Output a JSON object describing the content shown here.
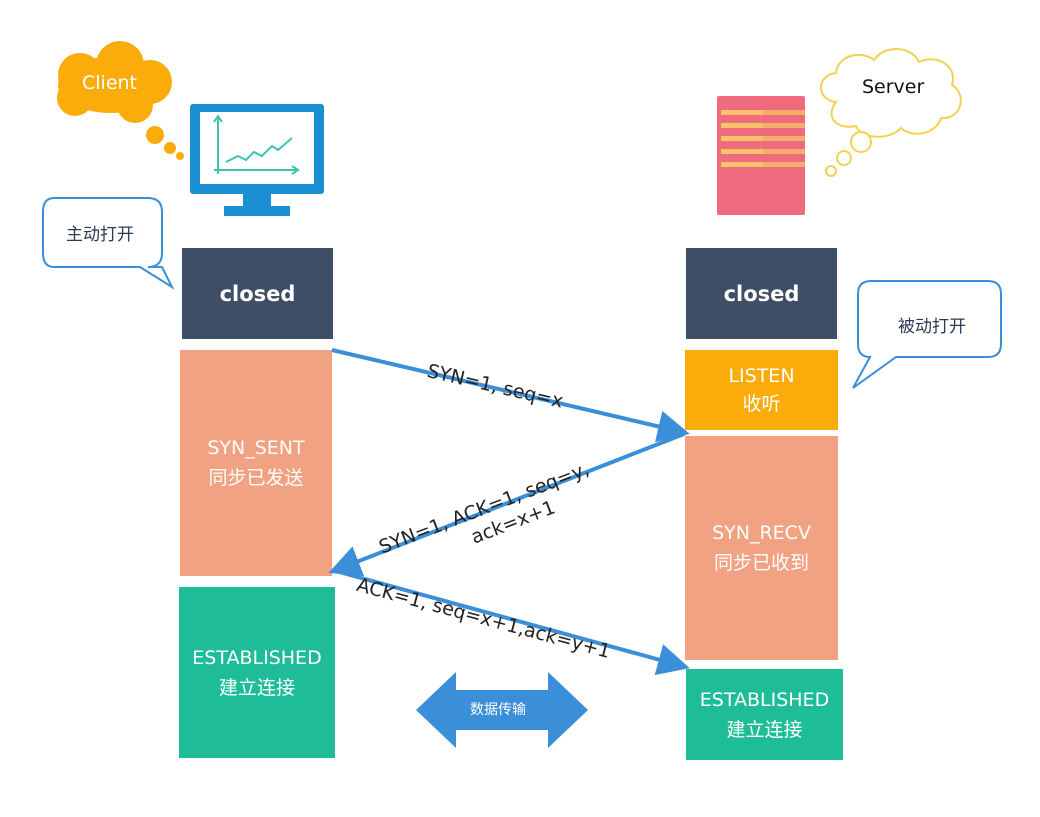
{
  "client": {
    "cloud_label": "Client",
    "callout": "主动打开",
    "state_closed": "closed",
    "state_syn_sent": "SYN_SENT",
    "state_syn_sent_cn": "同步已发送",
    "state_established": "ESTABLISHED",
    "state_established_cn": "建立连接"
  },
  "server": {
    "cloud_label": "Server",
    "callout": "被动打开",
    "state_closed": "closed",
    "state_listen": "LISTEN",
    "state_listen_cn": "收听",
    "state_syn_recv": "SYN_RECV",
    "state_syn_recv_cn": "同步已收到",
    "state_established": "ESTABLISHED",
    "state_established_cn": "建立连接"
  },
  "messages": {
    "msg1": "SYN=1,  seq=x",
    "msg2_line1": "SYN=1,  ACK=1,  seq=y,",
    "msg2_line2": "ack=x+1",
    "msg3": "ACK=1,  seq=x+1,ack=y+1"
  },
  "data_transfer": {
    "label": "数据传输"
  },
  "colors": {
    "closed": "#3e4e66",
    "syn": "#f0a283",
    "established": "#1fbd97",
    "listen": "#fbac0b",
    "arrow": "#3a8fd8",
    "client_cloud": "#fbac0b",
    "monitor": "#1a8fd4",
    "server": "#ef6b7d"
  }
}
